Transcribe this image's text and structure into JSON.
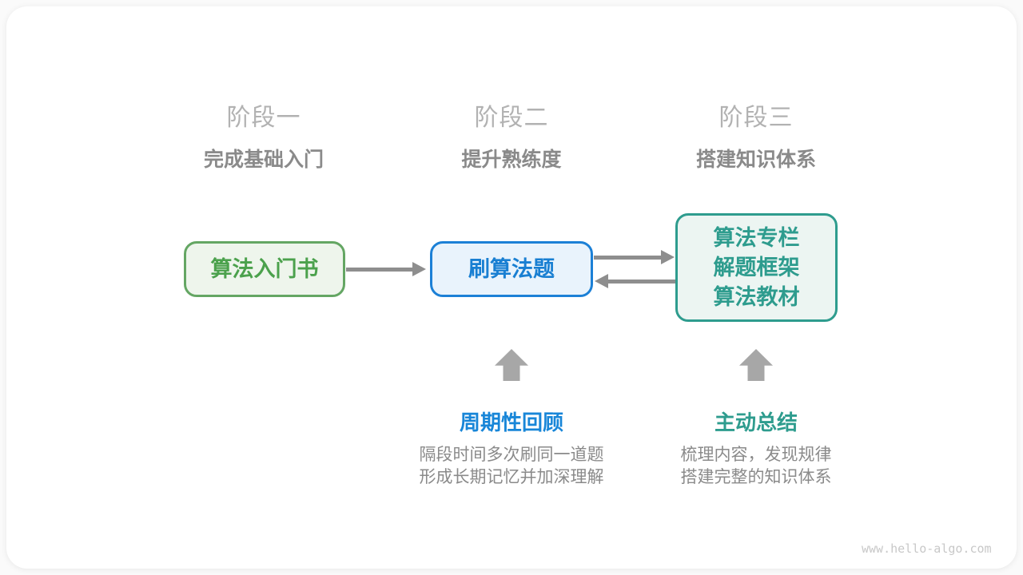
{
  "page": {
    "watermark": "www.hello-algo.com"
  },
  "colors": {
    "card_background": "#ffffff",
    "page_background": "#fafafa",
    "stage_title_gray": "#b2b2b2",
    "stage_subtitle_gray": "#8a8a8a",
    "arrow_gray": "#8e8e8e",
    "up_arrow_gray": "#a7a7a7",
    "green_border": "#64a663",
    "green_text": "#4ba14c",
    "green_fill": "#eef5ec",
    "blue_border": "#1c80d6",
    "blue_text": "#197fd2",
    "blue_fill": "#e9f3fc",
    "teal_border": "#2e9c8e",
    "teal_text": "#2e9c8e",
    "teal_fill": "#ecf5f2",
    "watermark_gray": "#c8c8c8"
  },
  "stages": [
    {
      "title": "阶段一",
      "subtitle": "完成基础入门"
    },
    {
      "title": "阶段二",
      "subtitle": "提升熟练度"
    },
    {
      "title": "阶段三",
      "subtitle": "搭建知识体系"
    }
  ],
  "nodes": [
    {
      "theme": "green",
      "lines": [
        "算法入门书"
      ]
    },
    {
      "theme": "blue",
      "lines": [
        "刷算法题"
      ]
    },
    {
      "theme": "teal",
      "lines": [
        "算法专栏",
        "解题框架",
        "算法教材"
      ]
    }
  ],
  "connectors": [
    {
      "from": "算法入门书",
      "to": "刷算法题",
      "direction": "right"
    },
    {
      "from": "刷算法题",
      "to": "算法专栏/解题框架/算法教材",
      "direction": "right"
    },
    {
      "from": "算法专栏/解题框架/算法教材",
      "to": "刷算法题",
      "direction": "left"
    },
    {
      "from": "周期性回顾",
      "to": "刷算法题",
      "direction": "up"
    },
    {
      "from": "主动总结",
      "to": "算法专栏/解题框架/算法教材",
      "direction": "up"
    }
  ],
  "annotations": [
    {
      "theme": "blue",
      "label": "周期性回顾",
      "desc_lines": [
        "隔段时间多次刷同一道题",
        "形成长期记忆并加深理解"
      ]
    },
    {
      "theme": "teal",
      "label": "主动总结",
      "desc_lines": [
        "梳理内容，发现规律",
        "搭建完整的知识体系"
      ]
    }
  ]
}
